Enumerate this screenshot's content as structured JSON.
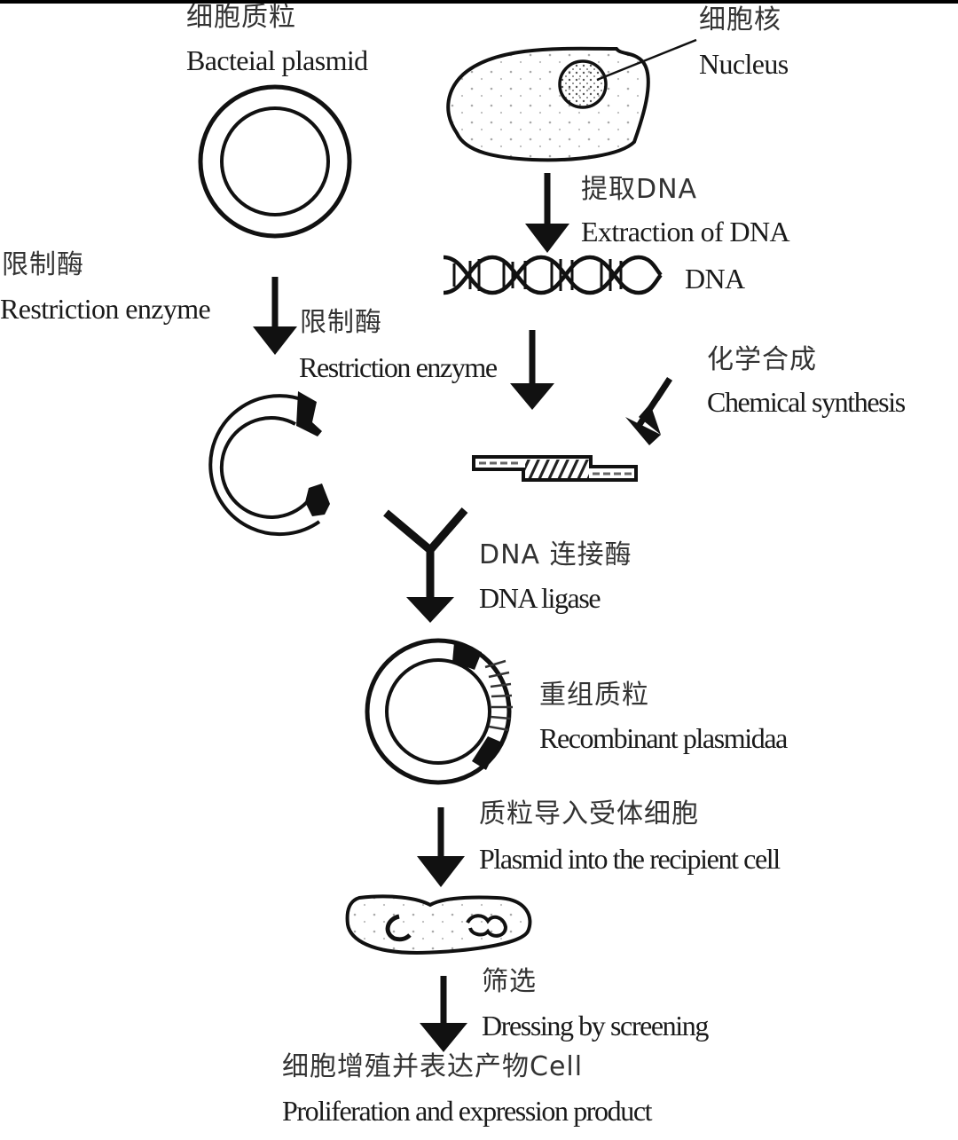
{
  "title": "Recombinant DNA technology workflow",
  "labels": {
    "plasmid_zh": "细胞质粒",
    "plasmid_en": "Bacteial plasmid",
    "nucleus_zh": "细胞核",
    "nucleus_en": "Nucleus",
    "extract_zh": "提取DNA",
    "extract_en": "Extraction of DNA",
    "dna_en": "DNA",
    "restriction1_zh": "限制酶",
    "restriction1_en": "Restriction enzyme",
    "restriction2_zh": "限制酶",
    "restriction2_en": "Restriction enzyme",
    "chemical_zh": "化学合成",
    "chemical_en": "Chemical synthesis",
    "ligase_zh": "DNA 连接酶",
    "ligase_en": "DNA ligase",
    "recombinant_zh": "重组质粒",
    "recombinant_en": "Recombinant plasmidaa",
    "transfer_zh": "质粒导入受体细胞",
    "transfer_en": "Plasmid into the recipient cell",
    "screen_zh": "筛选",
    "screen_en": "Dressing by screening",
    "product_zh": "细胞增殖并表达产物Cell",
    "product_en": "Proliferation and expression product"
  },
  "nodes": [
    {
      "id": "bacterial-plasmid",
      "icon": "plasmid-ring-icon"
    },
    {
      "id": "animal-cell",
      "icon": "cell-with-nucleus-icon"
    },
    {
      "id": "dna-helix",
      "icon": "dna-double-helix-icon"
    },
    {
      "id": "cut-plasmid",
      "icon": "cut-plasmid-icon"
    },
    {
      "id": "dna-fragment",
      "icon": "sticky-end-fragment-icon"
    },
    {
      "id": "recombinant-plasmid",
      "icon": "recombinant-plasmid-icon"
    },
    {
      "id": "recipient-cell",
      "icon": "bacterium-icon"
    }
  ],
  "edges": [
    {
      "from": "animal-cell",
      "to": "dna-helix",
      "label": "extract"
    },
    {
      "from": "bacterial-plasmid",
      "to": "cut-plasmid",
      "label": "restriction1"
    },
    {
      "from": "dna-helix",
      "to": "dna-fragment",
      "label": "restriction2"
    },
    {
      "from": "chemical-synthesis",
      "to": "dna-fragment",
      "label": "chemical"
    },
    {
      "from": [
        "cut-plasmid",
        "dna-fragment"
      ],
      "to": "recombinant-plasmid",
      "label": "ligase"
    },
    {
      "from": "recombinant-plasmid",
      "to": "recipient-cell",
      "label": "transfer"
    },
    {
      "from": "recipient-cell",
      "to": "product",
      "label": "screen"
    }
  ]
}
